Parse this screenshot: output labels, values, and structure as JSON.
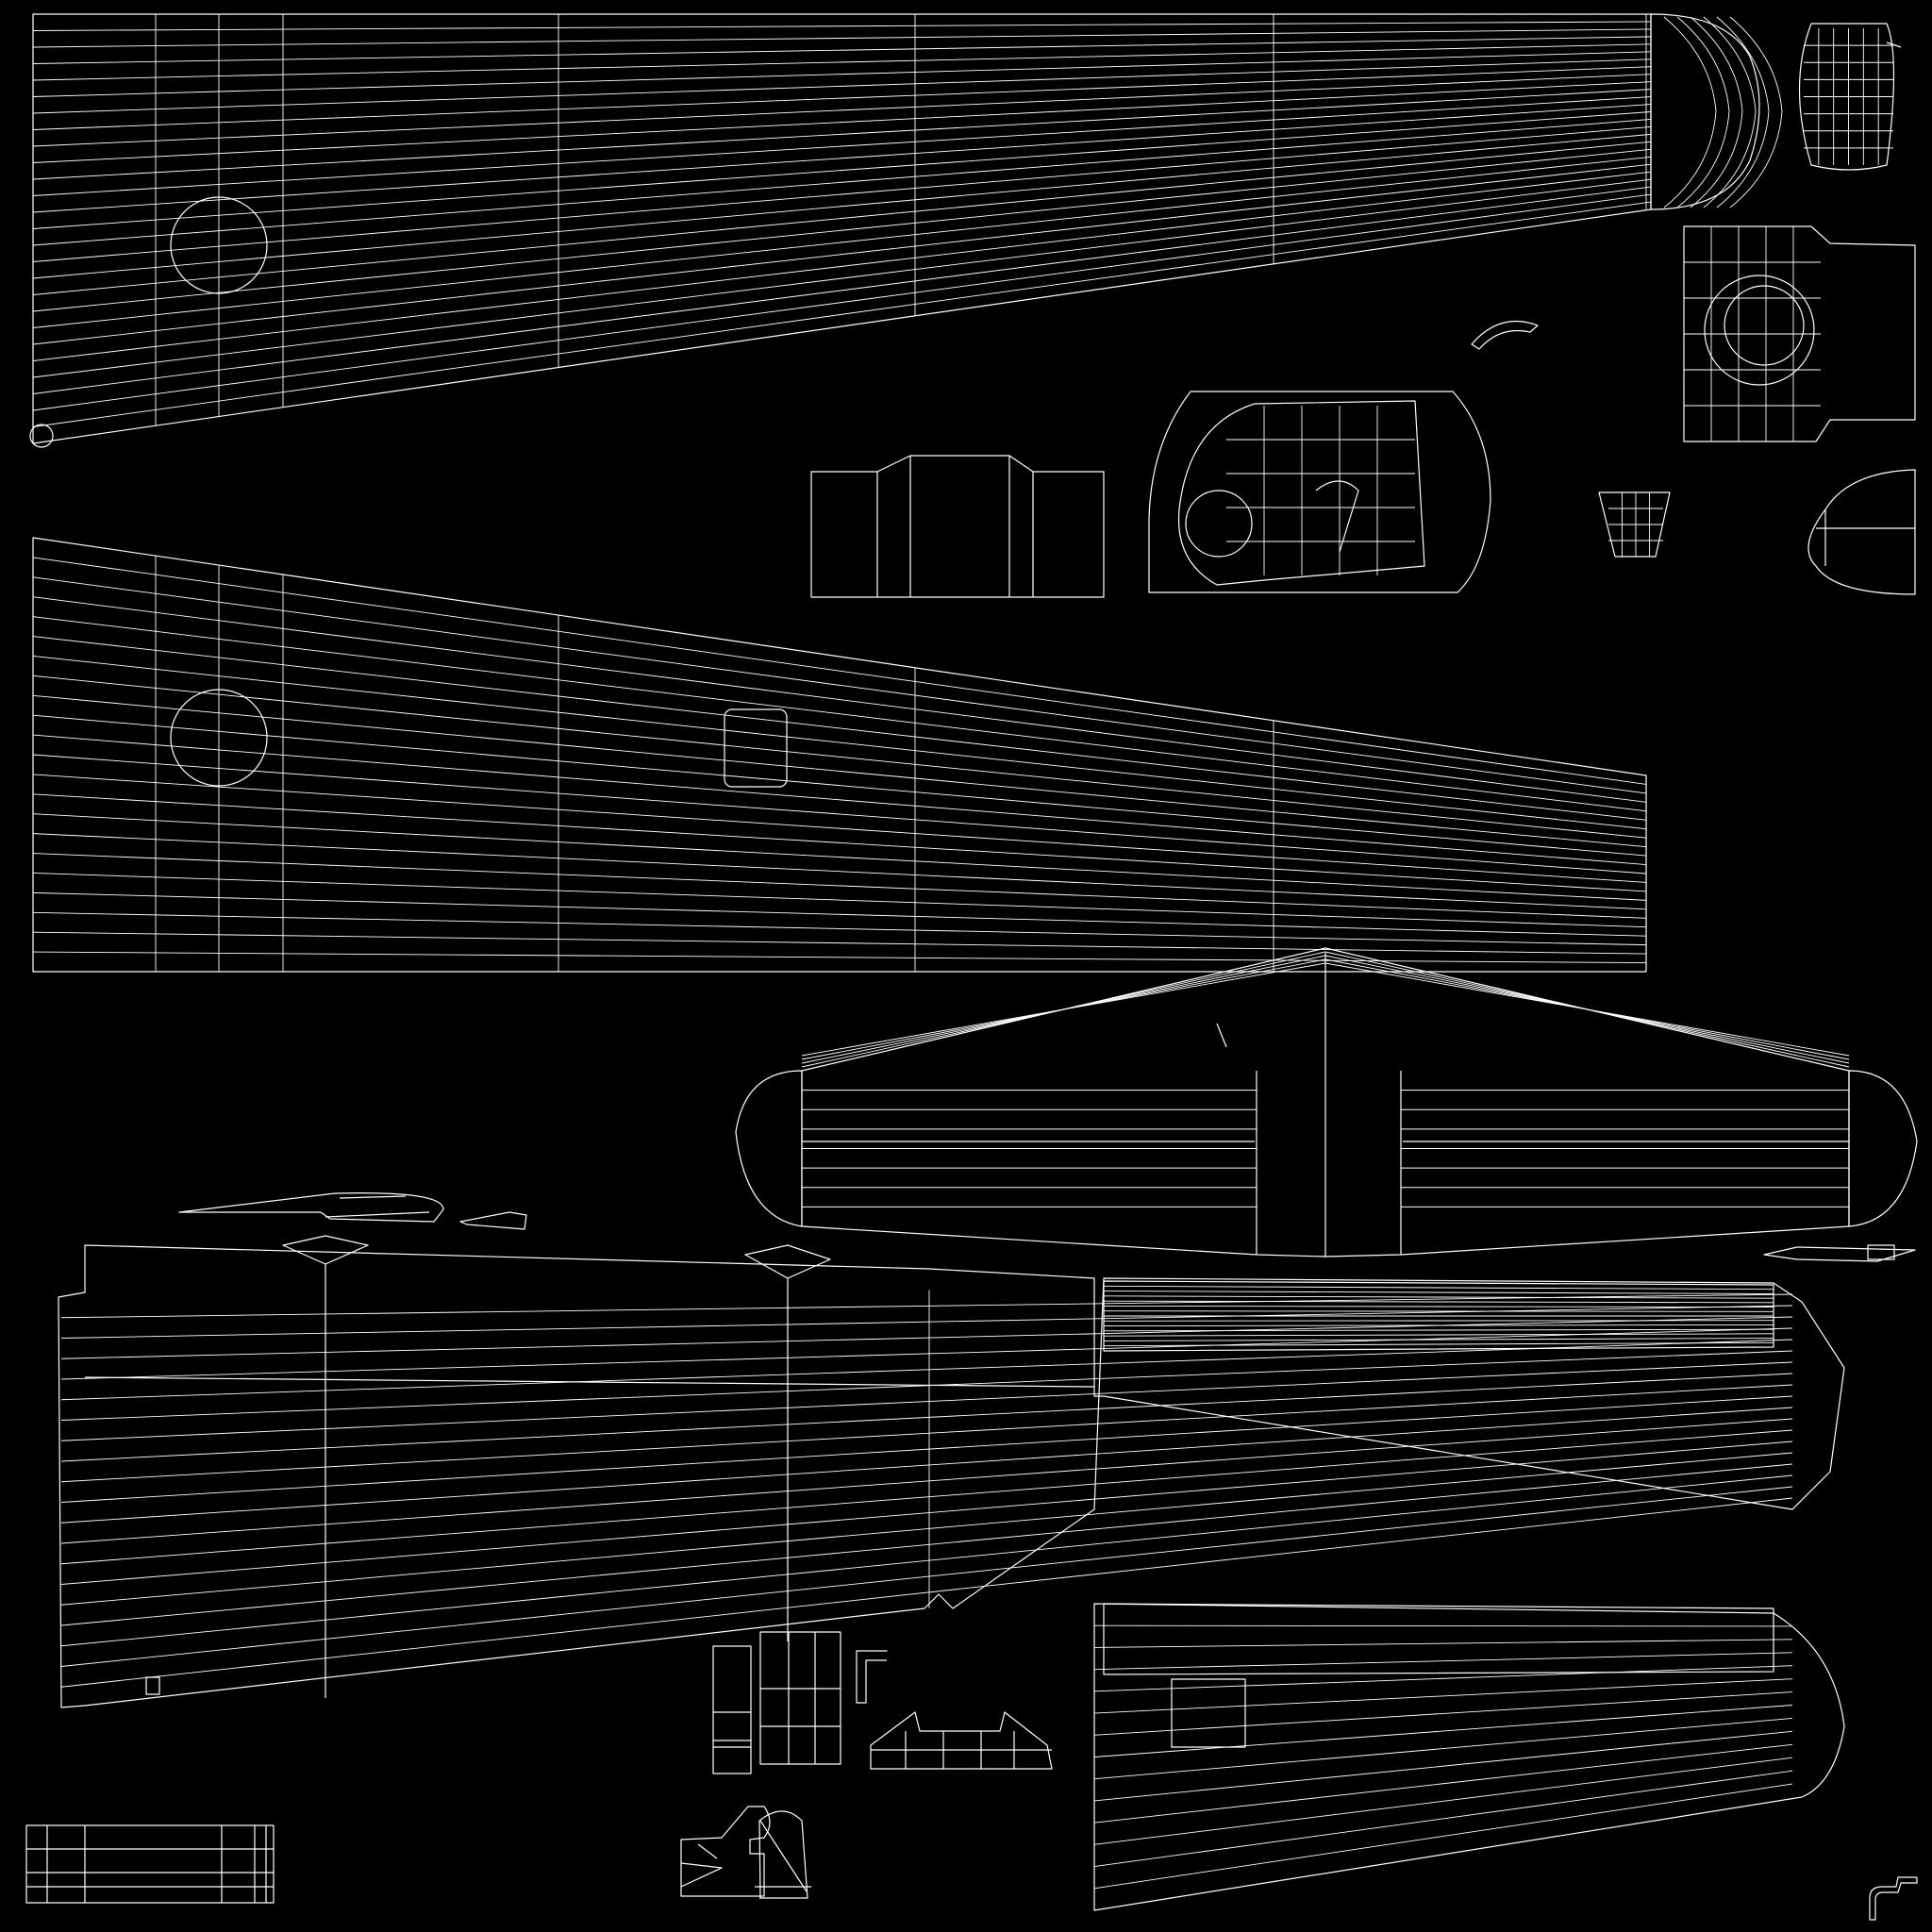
{
  "image": {
    "kind": "uv-wireframe-layout",
    "background": "#000000",
    "line_color": "#ffffff"
  },
  "islands": [
    {
      "id": "fuselage-upper-shell",
      "grid": {
        "columns": 8,
        "rows": 26
      }
    },
    {
      "id": "fuselage-lower-shell",
      "grid": {
        "columns": 7,
        "rows": 22
      }
    },
    {
      "id": "horizontal-stabilizer",
      "grid": {
        "columns": 6,
        "rows": 8
      }
    },
    {
      "id": "left-wing-panel",
      "grid": {
        "columns": 7,
        "rows": 20
      }
    },
    {
      "id": "aileron-panel-upper",
      "grid": {
        "columns": 2,
        "rows": 14
      }
    },
    {
      "id": "aileron-panel-lower",
      "grid": {
        "columns": 2,
        "rows": 14
      }
    },
    {
      "id": "nose-cap",
      "grid": {
        "columns": 6,
        "rows": 8
      }
    },
    {
      "id": "engine-cowling-front",
      "grid": {
        "columns": 5,
        "rows": 5
      }
    },
    {
      "id": "engine-cowling-side",
      "grid": {
        "columns": 5,
        "rows": 6
      }
    },
    {
      "id": "cockpit-canopy",
      "grid": {
        "columns": 5,
        "rows": 5
      }
    },
    {
      "id": "tail-fin-block",
      "grid": {
        "columns": 4,
        "rows": 1
      }
    },
    {
      "id": "spinner-cone",
      "grid": {
        "columns": 1,
        "rows": 3
      }
    },
    {
      "id": "intake-scoop",
      "grid": {
        "columns": 4,
        "rows": 4
      }
    },
    {
      "id": "small-parts-cluster",
      "grid": {
        "columns": 4,
        "rows": 3
      }
    },
    {
      "id": "landing-gear-strut",
      "grid": {
        "columns": 2,
        "rows": 6
      }
    },
    {
      "id": "bottom-left-plate",
      "grid": {
        "columns": 6,
        "rows": 3
      }
    },
    {
      "id": "corner-hook",
      "grid": {
        "columns": 1,
        "rows": 1
      }
    }
  ]
}
